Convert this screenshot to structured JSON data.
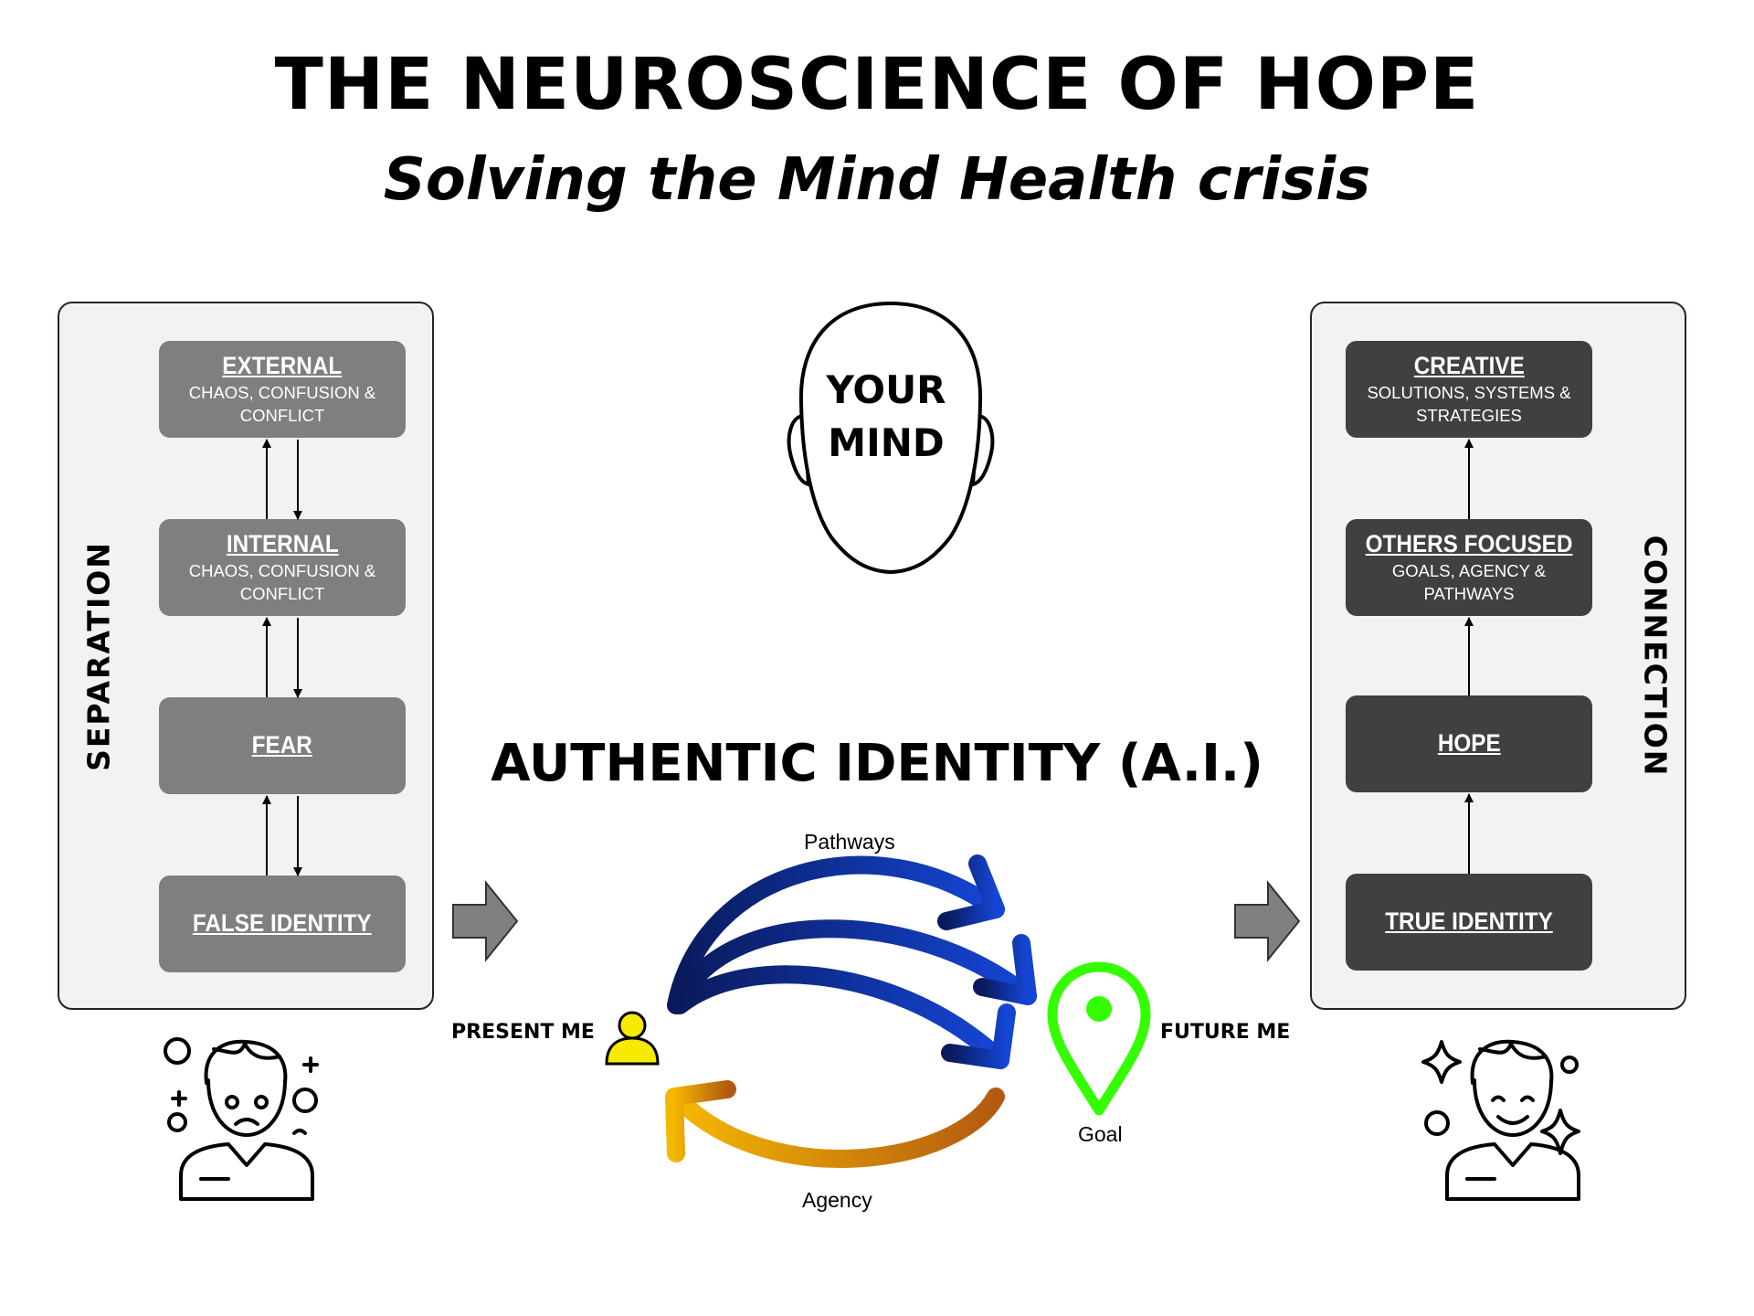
{
  "header": {
    "title": "THE NEUROSCIENCE OF HOPE",
    "subtitle": "Solving the Mind Health crisis"
  },
  "left_panel": {
    "label": "SEPARATION",
    "boxes": [
      {
        "heading": "EXTERNAL",
        "text_line1": "CHAOS, CONFUSION &",
        "text_line2": "CONFLICT"
      },
      {
        "heading": "INTERNAL",
        "text_line1": "CHAOS, CONFUSION &",
        "text_line2": "CONFLICT"
      },
      {
        "heading": "FEAR"
      },
      {
        "heading": "FALSE IDENTITY"
      }
    ]
  },
  "right_panel": {
    "label": "CONNECTION",
    "boxes": [
      {
        "heading": "CREATIVE",
        "text_line1": "SOLUTIONS, SYSTEMS &",
        "text_line2": "STRATEGIES"
      },
      {
        "heading": "OTHERS FOCUSED",
        "text_line1": "GOALS, AGENCY &",
        "text_line2": "PATHWAYS"
      },
      {
        "heading": "HOPE"
      },
      {
        "heading": "TRUE IDENTITY"
      }
    ]
  },
  "mind": {
    "line1": "YOUR",
    "line2": "MIND"
  },
  "center": {
    "title": "AUTHENTIC IDENTITY (A.I.)",
    "pathways_label": "Pathways",
    "agency_label": "Agency",
    "present_label": "PRESENT ME",
    "future_label": "FUTURE ME",
    "goal_label": "Goal"
  },
  "colors": {
    "grey_box": "#7f7f7f",
    "dark_box": "#404040",
    "panel_bg": "#f2f2f2",
    "panel_border": "#1b2633",
    "pathway_dark": "#0a1a5c",
    "pathway_light": "#1446d6",
    "agency_start": "#f5b800",
    "agency_end": "#b35a10",
    "goal_pin": "#33ff00",
    "person_icon": "#f5ea00"
  },
  "icons": {
    "head": "head-outline-icon",
    "present_me": "person-icon",
    "goal": "location-pin-icon",
    "sad_person": "sad-person-icon",
    "happy_person": "happy-person-icon",
    "block_arrow": "block-arrow-right-icon"
  }
}
